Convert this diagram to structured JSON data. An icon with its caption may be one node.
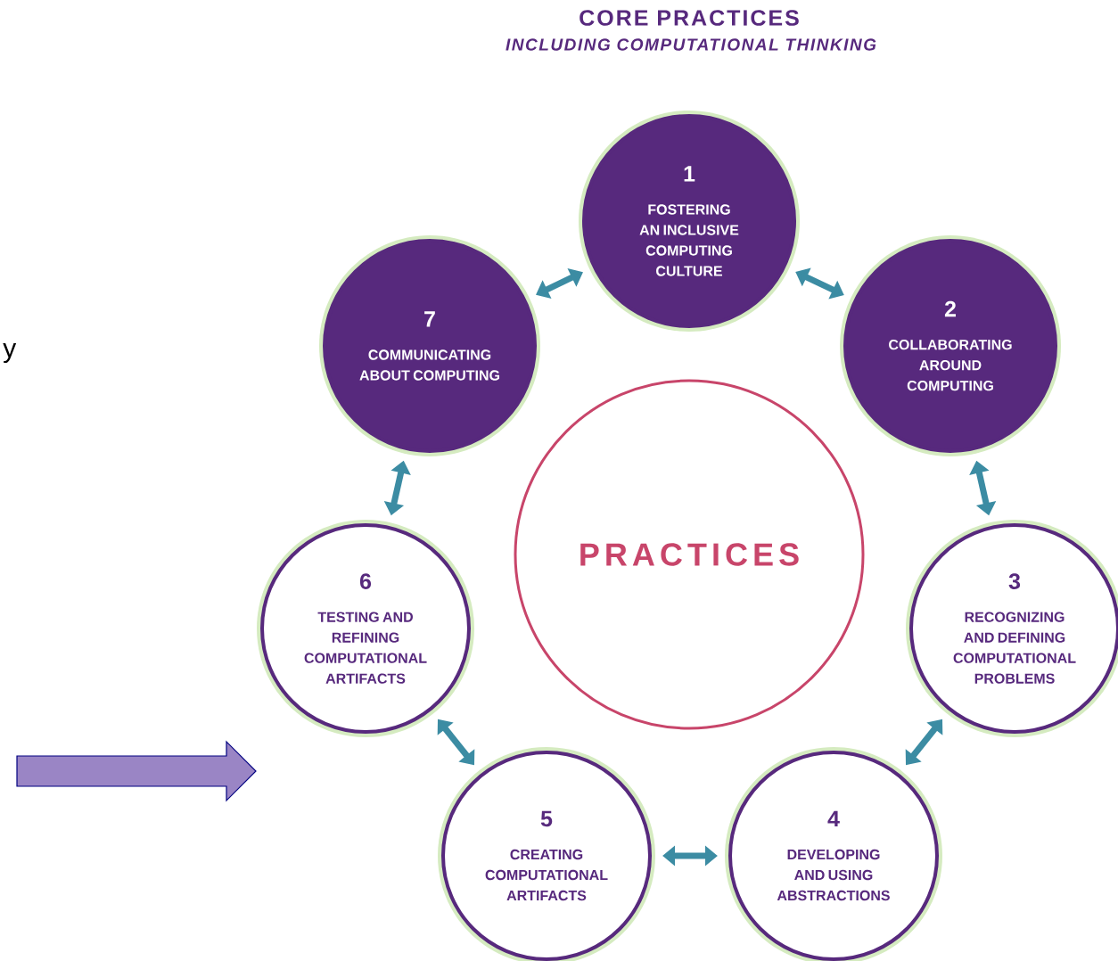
{
  "diagram": {
    "title": "CORE PRACTICES",
    "nodes": [
      {
        "text": [
          "1",
          "FOSTERING AN INCLUSIVE COMPUTING CULTURE"
        ]
      },
      {
        "text": [
          "2",
          "COLLABORATING AROUND COMPUTING"
        ]
      },
      {
        "text": [
          "3",
          "RECOGNIZING AND DEFINING COMPUTATIONAL PROBLEMS"
        ]
      },
      {
        "text": [
          "4",
          "DEVELOPING AND USING ABSTRACTIONS"
        ]
      },
      {
        "text": [
          "5",
          "CREATING COMPUTATIONAL ARTIFACTS"
        ]
      },
      {
        "text": [
          "6",
          "TESTING AND REFINING COMPUTATIONAL ARTIFACTS"
        ]
      },
      {
        "text": [
          "7",
          "COMMUNICATING ABOUT COMPUTING"
        ]
      },
      {
        "text": [
          "PRACTICES"
        ]
      }
    ],
    "edges": [
      {
        "from": 0,
        "to": 1,
        "arrow": "both"
      },
      {
        "from": 1,
        "to": 2,
        "arrow": "both"
      },
      {
        "from": 2,
        "to": 3,
        "arrow": "both"
      },
      {
        "from": 3,
        "to": 4,
        "arrow": "both"
      },
      {
        "from": 4,
        "to": 5,
        "arrow": "both"
      },
      {
        "from": 5,
        "to": 6,
        "arrow": "both"
      },
      {
        "from": 6,
        "to": 0,
        "arrow": "both"
      }
    ],
    "labels": [
      "INCLUDING COMPUTATIONAL THINKING",
      "y"
    ]
  }
}
